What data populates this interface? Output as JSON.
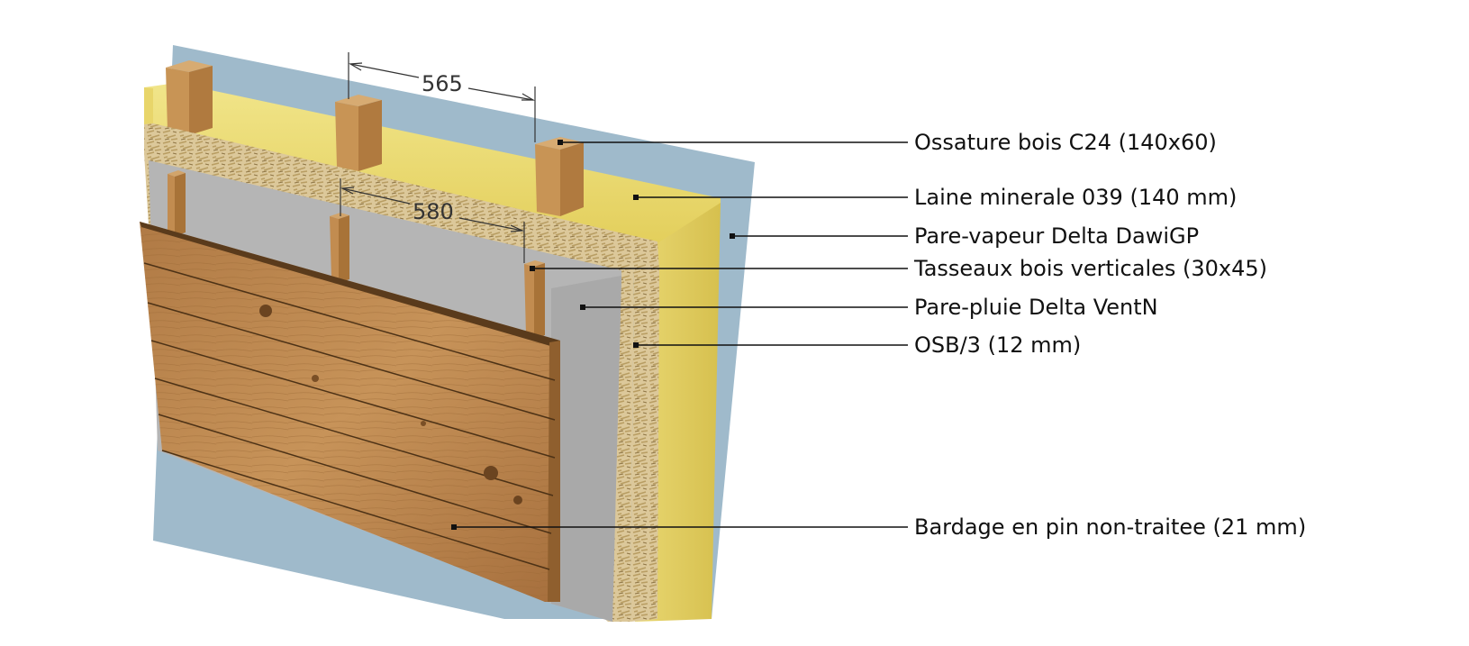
{
  "dimensions": {
    "stud_spacing": "565",
    "batten_spacing": "580"
  },
  "labels": [
    {
      "id": "studs",
      "text": "Ossature bois C24 (140x60)"
    },
    {
      "id": "insulation",
      "text": "Laine minerale 039 (140 mm)"
    },
    {
      "id": "vapour",
      "text": "Pare-vapeur Delta DawiGP"
    },
    {
      "id": "battens",
      "text": "Tasseaux bois verticales (30x45)"
    },
    {
      "id": "rain",
      "text": "Pare-pluie Delta VentN"
    },
    {
      "id": "osb",
      "text": "OSB/3 (12 mm)"
    },
    {
      "id": "cladding",
      "text": "Bardage en pin non-traitee (21 mm)"
    }
  ],
  "colors": {
    "vapour_barrier": "#9eb9c8",
    "insulation": "#e6d46a",
    "osb": "#d9c594",
    "rain_barrier": "#b3b3b3",
    "timber": "#c8955a",
    "cladding": "#b9874f"
  }
}
